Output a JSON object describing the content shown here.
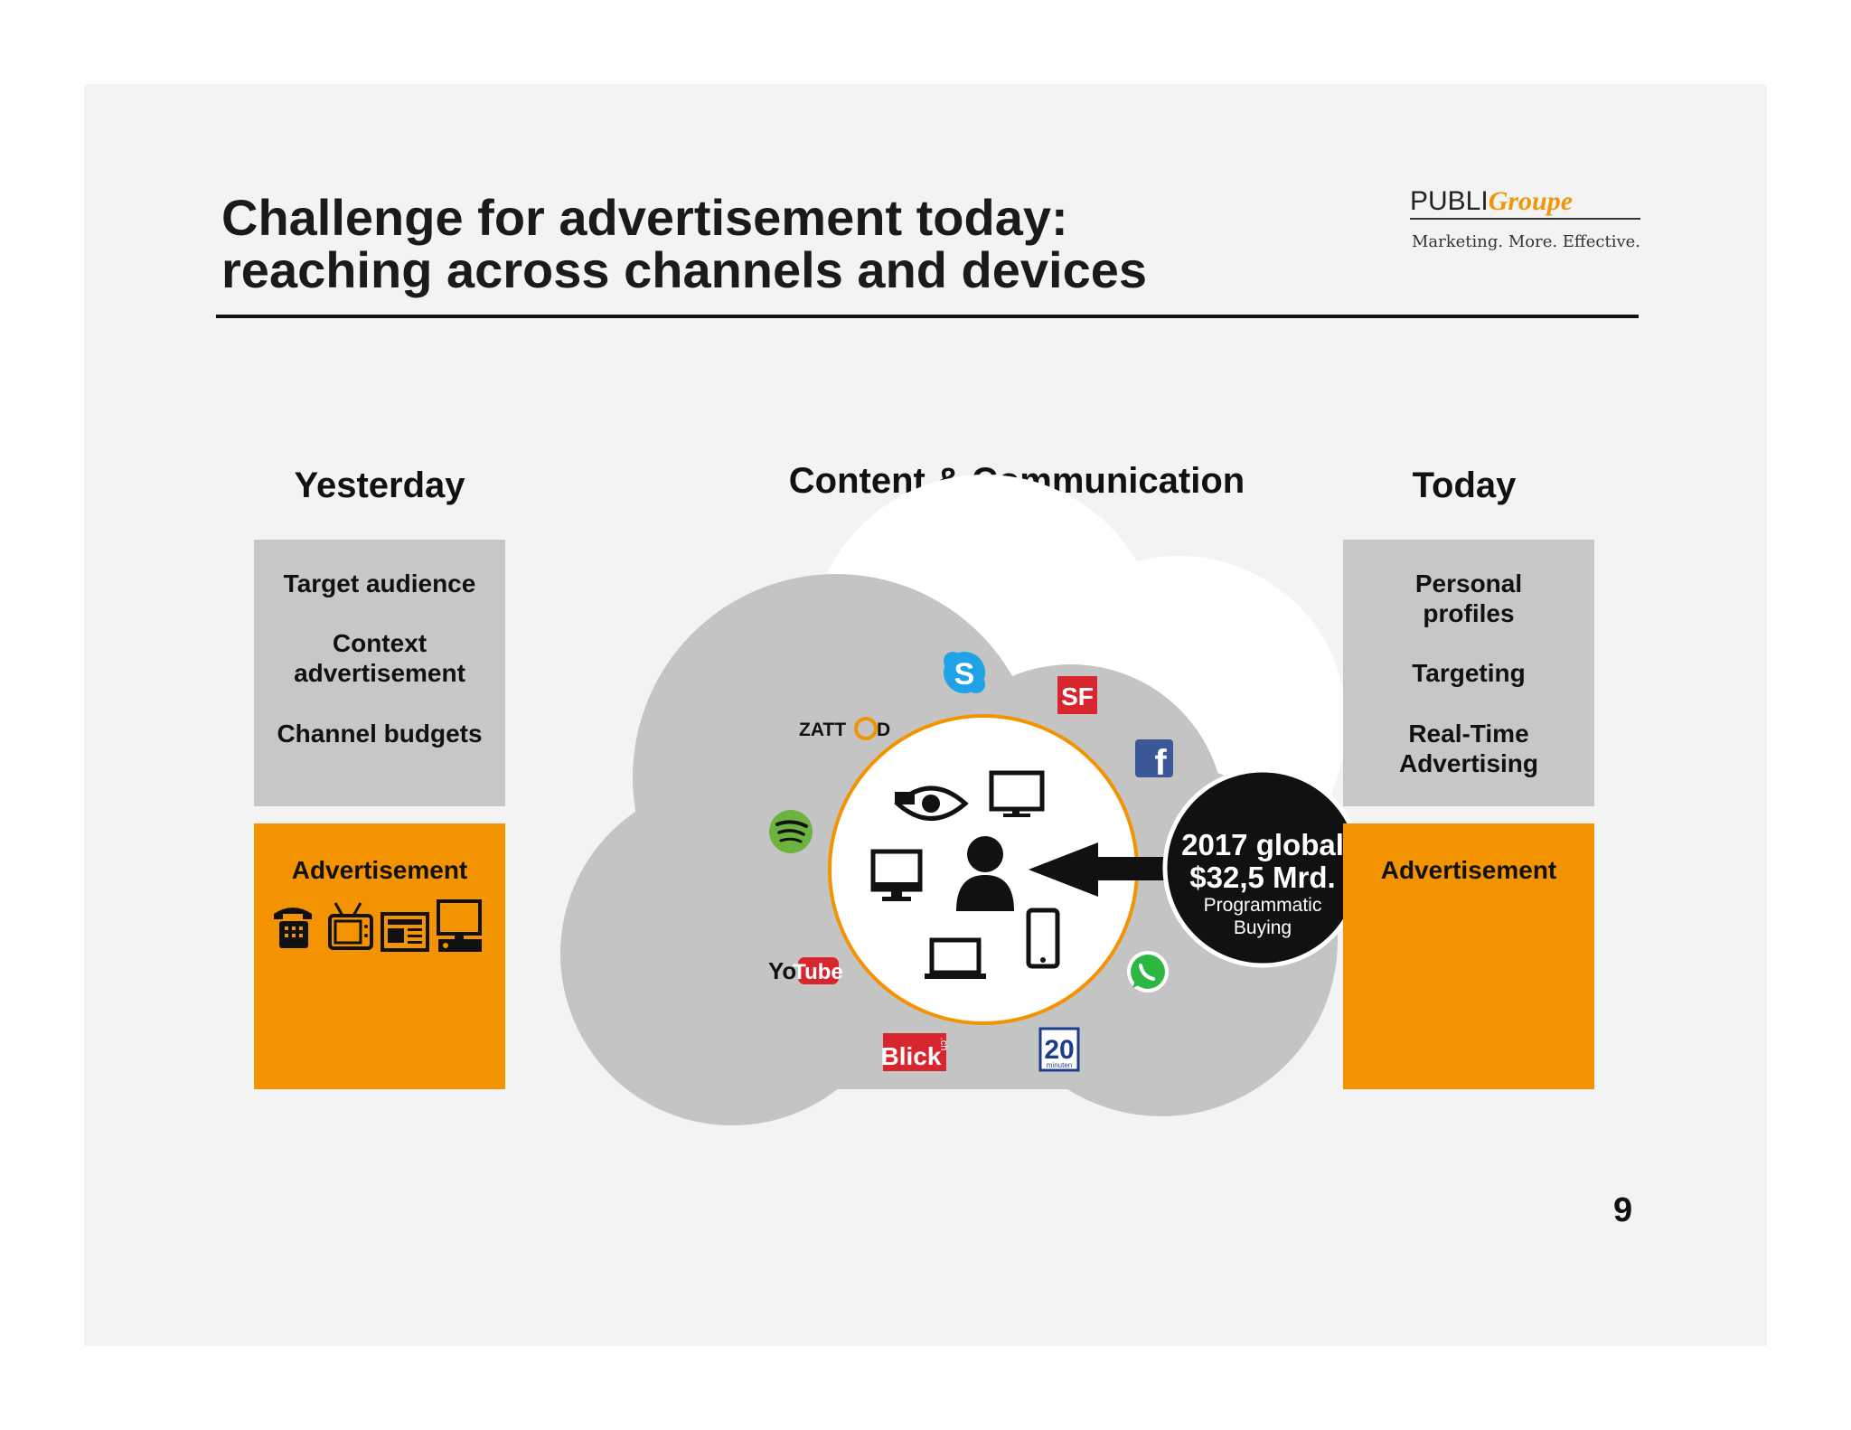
{
  "title": {
    "line1": "Challenge for advertisement today:",
    "line2": "reaching across channels and devices"
  },
  "logo": {
    "brand_prefix": "PUBLI",
    "brand_suffix": "Groupe",
    "tagline": "Marketing. More. Effective."
  },
  "yesterday": {
    "heading": "Yesterday",
    "items": [
      "Target audience",
      "Context",
      "advertisement",
      "Channel budgets"
    ],
    "ad_label": "Advertisement",
    "ad_icons": [
      "telephone-icon",
      "tv-icon",
      "newspaper-icon",
      "monitor-icon"
    ]
  },
  "center": {
    "heading": "Content & Communication",
    "brands": {
      "zattoo": "ZATT",
      "zattoo_end": "D",
      "sf": "SF",
      "youtube_you": "You",
      "youtube_tube": "Tube",
      "blick": "Blick",
      "blick_ch": ".ch",
      "twenty": "20",
      "twenty_sub": "minuten"
    },
    "badge": {
      "line1": "2017 global",
      "line2": "$32,5 Mrd.",
      "line3": "Programmatic",
      "line4": "Buying"
    }
  },
  "today": {
    "heading": "Today",
    "items": [
      "Personal",
      "profiles",
      "Targeting",
      "Real-Time",
      "Advertising"
    ],
    "ad_label": "Advertisement"
  },
  "page_number": "9",
  "colors": {
    "accent_orange": "#f39300",
    "box_gray": "#c7c7c8",
    "cloud_gray": "#c4c4c5",
    "cloud_white": "#ffffff"
  }
}
